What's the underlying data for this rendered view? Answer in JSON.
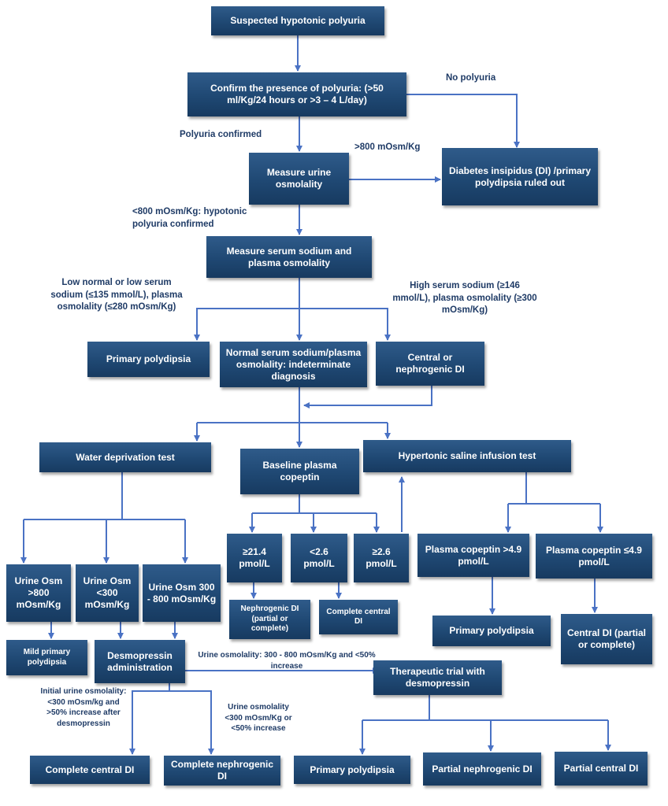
{
  "nodes": {
    "suspected": "Suspected hypotonic polyuria",
    "confirm": "Confirm the presence of polyuria: (>50 ml/Kg/24 hours or >3 – 4 L/day)",
    "measure_urine": "Measure urine osmolality",
    "di_ruled_out": "Diabetes insipidus (DI) /primary polydipsia ruled out",
    "measure_serum": "Measure serum sodium and plasma osmolality",
    "primary_polydipsia_1": "Primary polydipsia",
    "normal_serum": "Normal serum sodium/plasma osmolality: indeterminate diagnosis",
    "central_nephro": "Central or nephrogenic DI",
    "water_deprivation": "Water deprivation test",
    "baseline_copeptin": "Baseline plasma copeptin",
    "hypertonic_saline": "Hypertonic saline infusion test",
    "urine_osm_800": "Urine Osm >800 mOsm/Kg",
    "urine_osm_300": "Urine Osm <300 mOsm/Kg",
    "urine_osm_300_800": "Urine Osm 300 - 800 mOsm/Kg",
    "copeptin_21": "≥21.4 pmol/L",
    "copeptin_lt26": "<2.6 pmol/L",
    "copeptin_ge26": "≥2.6 pmol/L",
    "plasma_cop_gt49": "Plasma copeptin >4.9 pmol/L",
    "plasma_cop_le49": "Plasma copeptin ≤4.9 pmol/L",
    "mild_primary": "Mild primary polydipsia",
    "desmo_admin": "Desmopressin administration",
    "nephro_partial": "Nephrogenic DI (partial or complete)",
    "complete_central_small": "Complete central DI",
    "primary_polydipsia_2": "Primary polydipsia",
    "central_partial": "Central DI (partial or complete)",
    "therapeutic_trial": "Therapeutic trial with desmopressin",
    "complete_central": "Complete central DI",
    "complete_nephro": "Complete nephrogenic DI",
    "primary_polydipsia_3": "Primary polydipsia",
    "partial_nephro": "Partial nephrogenic DI",
    "partial_central": "Partial central DI"
  },
  "labels": {
    "no_polyuria": "No polyuria",
    "polyuria_confirmed": "Polyuria confirmed",
    "gt800": ">800 mOsm/Kg",
    "lt800": "<800 mOsm/Kg: hypotonic polyuria confirmed",
    "low_serum": "Low normal or low serum sodium (≤135 mmol/L), plasma osmolality (≤280 mOsm/Kg)",
    "high_serum": "High serum sodium (≥146 mmol/L), plasma osmolality (≥300 mOsm/Kg)",
    "urine_300_800": "Urine osmolality: 300 - 800 mOsm/Kg and <50% increase",
    "initial_urine": "Initial urine osmolality: <300 mOsm/kg and >50% increase after desmopressin",
    "urine_lt300": "Urine osmolality <300 mOsm/Kg or <50% increase"
  },
  "colors": {
    "box": "#1f4873",
    "line": "#4a72c4",
    "label": "#1f3b66"
  }
}
